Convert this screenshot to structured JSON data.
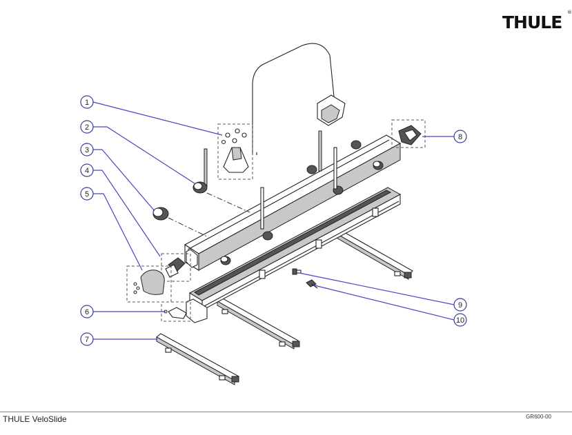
{
  "brand": {
    "logo_text": "THULE",
    "registered_mark": "®"
  },
  "callouts": [
    "1",
    "2",
    "3",
    "4",
    "5",
    "6",
    "7",
    "8",
    "9",
    "10"
  ],
  "footer": {
    "product_title": "THULE VeloSlide",
    "drawing_code": "GR600-00"
  },
  "colors": {
    "leader_line": "#4545c8",
    "callout_border": "#3a3aa0",
    "outline": "#222222"
  }
}
